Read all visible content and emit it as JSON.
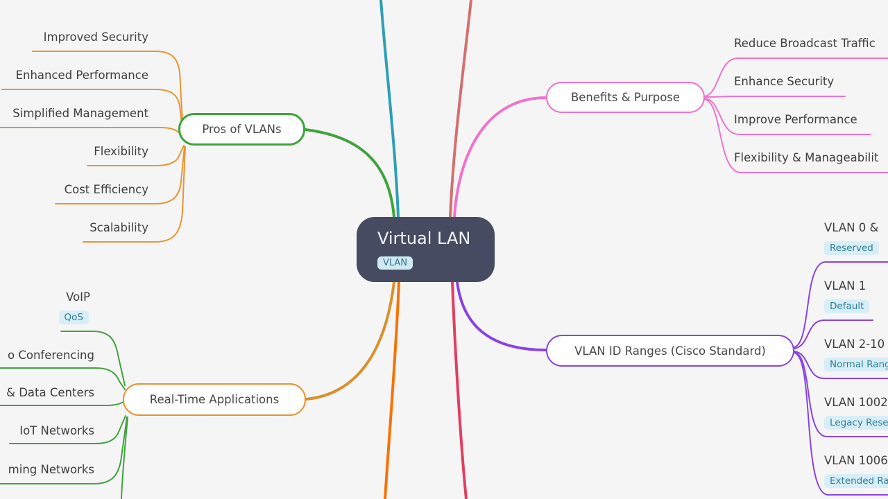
{
  "palette": {
    "background": "#f5f5f6",
    "center_bg": "#474b61",
    "center_text": "#f5f5f7",
    "green": "#3fa33c",
    "orange": "#e8952f",
    "amber": "#d9912b",
    "orange_deep": "#f87205",
    "teal": "#2d9fb5",
    "salmon": "#d47070",
    "crimson": "#e23e60",
    "pink": "#ef72cb",
    "purple": "#8a43e0",
    "tag_bg": "#d8eef7",
    "tag_text": "#2e7f96",
    "label_text": "#3e3e3e"
  },
  "root": {
    "title": "Virtual LAN",
    "tag": "VLAN"
  },
  "branches": {
    "pros": {
      "label": "Pros of VLANs",
      "children": [
        {
          "label": "Improved Security"
        },
        {
          "label": "Enhanced Performance"
        },
        {
          "label": "Simplified Management"
        },
        {
          "label": "Flexibility"
        },
        {
          "label": "Cost Efficiency"
        },
        {
          "label": "Scalability"
        }
      ]
    },
    "realtime": {
      "label": "Real-Time Applications",
      "children": [
        {
          "label": "VoIP",
          "tag": "QoS"
        },
        {
          "label": "o Conferencing"
        },
        {
          "label": "& Data Centers"
        },
        {
          "label": "IoT Networks"
        },
        {
          "label": "ming Networks"
        }
      ]
    },
    "benefits": {
      "label": "Benefits & Purpose",
      "children": [
        {
          "label": "Reduce Broadcast Traffic"
        },
        {
          "label": "Enhance Security"
        },
        {
          "label": "Improve Performance"
        },
        {
          "label": "Flexibility & Manageabilit"
        }
      ]
    },
    "vlan_ranges": {
      "label": "VLAN ID Ranges (Cisco Standard)",
      "children": [
        {
          "label": "VLAN 0 &",
          "tag": "Reserved"
        },
        {
          "label": "VLAN 1",
          "tag": "Default"
        },
        {
          "label": "VLAN 2-10",
          "tag": "Normal Rang"
        },
        {
          "label": "VLAN 1002",
          "tag": "Legacy Rese"
        },
        {
          "label": "VLAN 1006",
          "tag": "Extended Ra"
        }
      ]
    }
  }
}
